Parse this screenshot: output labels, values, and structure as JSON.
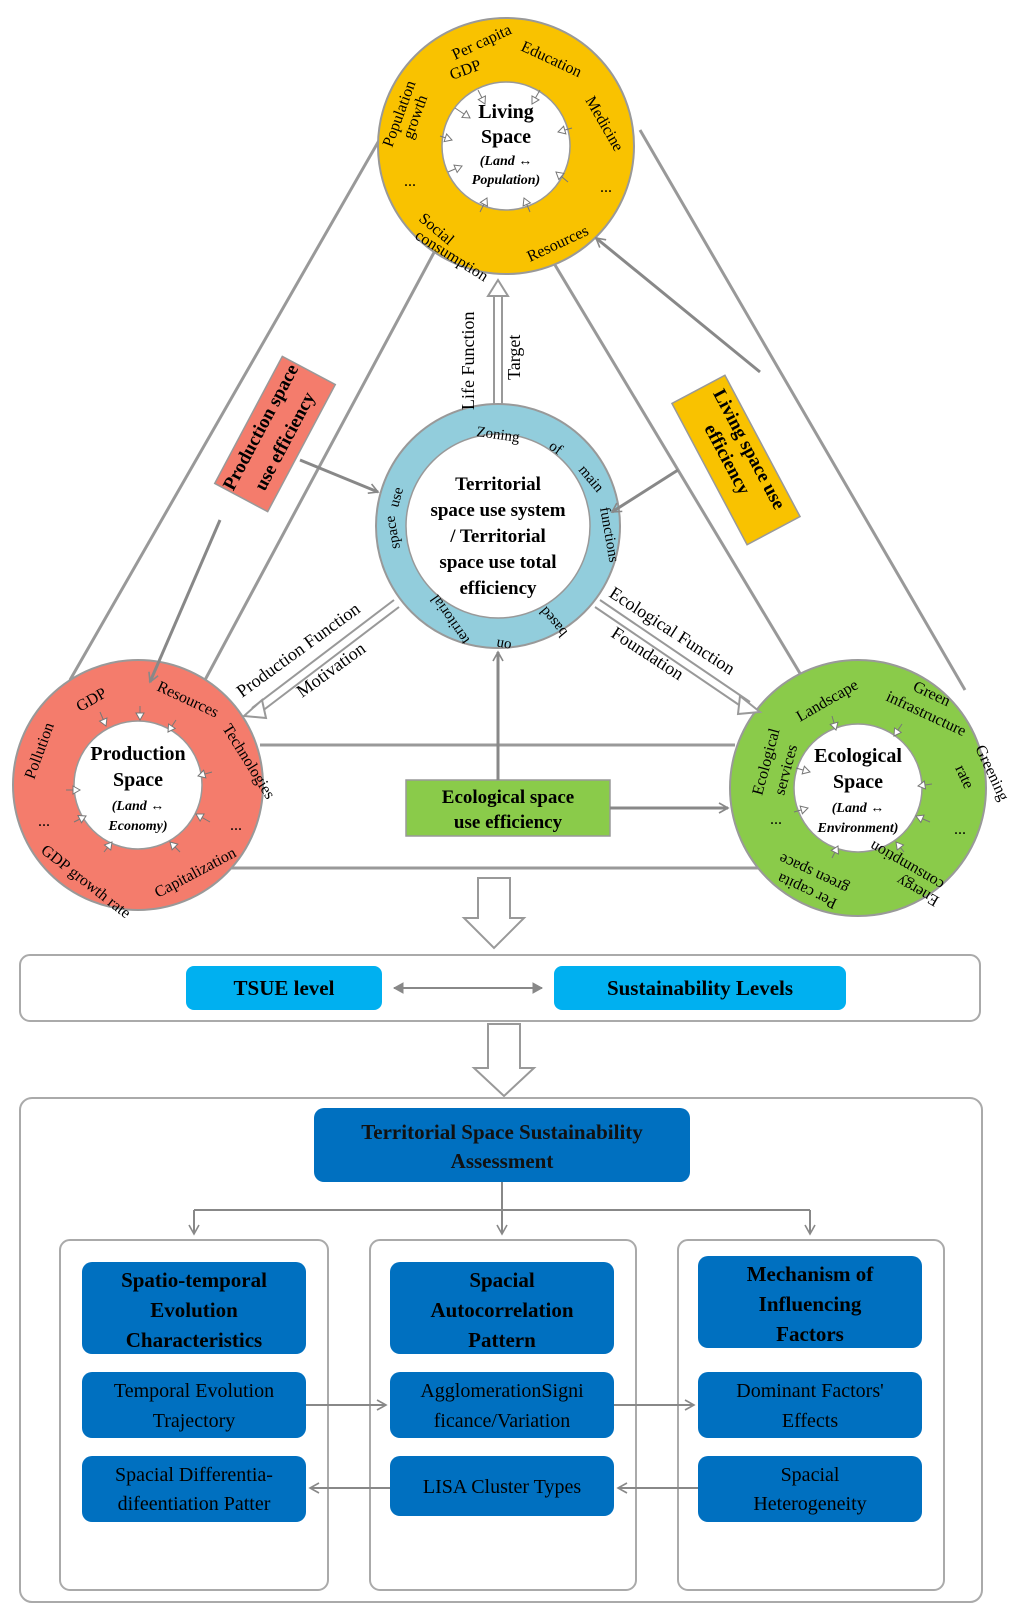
{
  "circles": {
    "living": {
      "title_1": "Living",
      "title_2": "Space",
      "subtitle_1": "(Land ↔",
      "subtitle_2": "Population)",
      "factors": [
        "Per capita",
        "GDP",
        "Education",
        "Medicine",
        "...",
        "Resources",
        "Social",
        "consumption",
        "Population",
        "growth",
        "..."
      ],
      "ring_color": "#F9C200"
    },
    "production": {
      "title_1": "Production",
      "title_2": "Space",
      "subtitle_1": "(Land ↔",
      "subtitle_2": "Economy)",
      "factors": [
        "GDP",
        "Resources",
        "Technologies",
        "...",
        "Capitalization",
        "GDP growth rate",
        "...",
        "Pollution"
      ],
      "ring_color": "#F47C6C"
    },
    "ecological": {
      "title_1": "Ecological",
      "title_2": "Space",
      "subtitle_1": "(Land ↔",
      "subtitle_2": "Environment)",
      "factors": [
        "Landscape",
        "Green",
        "infrastructure",
        "Greening",
        "rate",
        "...",
        "Energy",
        "consumption",
        "Per capita",
        "green space",
        "...",
        "Ecological",
        "services"
      ],
      "ring_color": "#8ACB4A"
    },
    "center": {
      "lines": [
        "Territorial",
        "space use system",
        "/ Territorial",
        "space use total",
        "efficiency"
      ],
      "ring_words": [
        "Zoning",
        "of",
        "main",
        "functions",
        "based",
        "on",
        "territorial",
        "space",
        "use"
      ],
      "ring_color": "#92CDDC"
    }
  },
  "efficiency_boxes": {
    "production": {
      "line_1": "Production space",
      "line_2": "use efficiency",
      "color": "#F47C6C"
    },
    "living": {
      "line_1": "Living space use",
      "line_2": "efficiency",
      "color": "#F9C200"
    },
    "ecological": {
      "line_1": "Ecological space",
      "line_2": "use efficiency",
      "color": "#8ACB4A"
    }
  },
  "arrow_labels": {
    "life_function": "Life Function",
    "target": "Target",
    "production_function": "Production Function",
    "motivation": "Motivation",
    "ecological_function": "Ecological Function",
    "foundation": "Foundation"
  },
  "levels": {
    "tsue": "TSUE level",
    "sustainability": "Sustainability Levels",
    "color": "#00B0F0"
  },
  "assessment": {
    "title_1": "Territorial Space Sustainability",
    "title_2": "Assessment",
    "color": "#0070C0",
    "columns": [
      {
        "heading": [
          "Spatio-temporal",
          "Evolution",
          "Characteristics"
        ],
        "items": [
          [
            "Temporal Evolution",
            "Trajectory"
          ],
          [
            "Spacial Differentia-",
            "difeentiation Patter"
          ]
        ]
      },
      {
        "heading": [
          "Spacial",
          "Autocorrelation",
          "Pattern"
        ],
        "items": [
          [
            "AgglomerationSigni",
            "ficance/Variation"
          ],
          [
            "LISA Cluster Types"
          ]
        ]
      },
      {
        "heading": [
          "Mechanism of",
          "Influencing",
          "Factors"
        ],
        "items": [
          [
            "Dominant Factors'",
            "Effects"
          ],
          [
            "Spacial",
            "Heterogeneity"
          ]
        ]
      }
    ]
  }
}
